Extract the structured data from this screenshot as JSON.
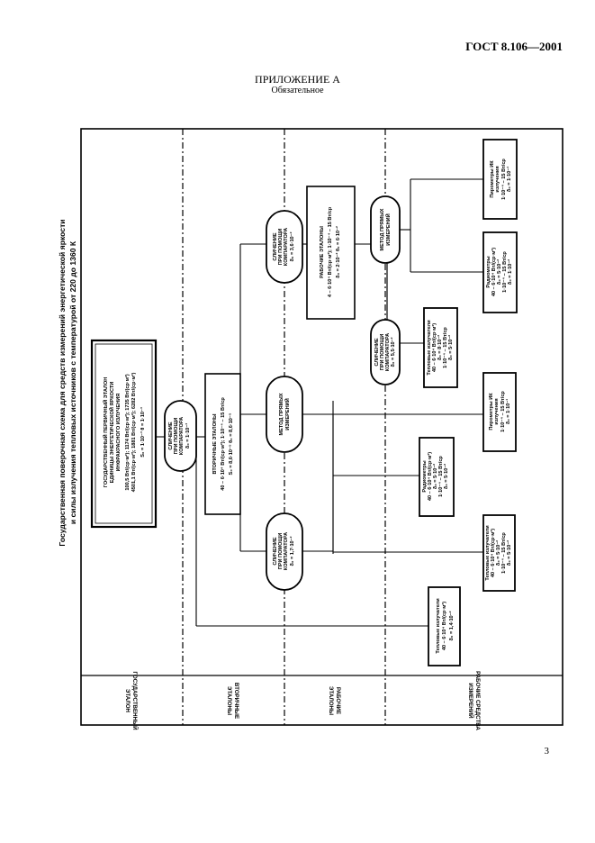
{
  "header": {
    "std_code": "ГОСТ 8.106—2001",
    "appendix_title": "ПРИЛОЖЕНИЕ А",
    "appendix_status": "Обязательное"
  },
  "diagram": {
    "title_line1": "Государственная поверочная схема для средств измерений энергетической яркости",
    "title_line2": "и силы излучения тепловых источников с температурой от 220 до 1360 К",
    "levels": [
      {
        "line1": "ГОСУДАРСТВЕННЫЙ",
        "line2": "ЭТАЛОН"
      },
      {
        "line1": "ВТОРИЧНЫЕ",
        "line2": "ЭТАЛОНЫ"
      },
      {
        "line1": "РАБОЧИЕ",
        "line2": "ЭТАЛОНЫ"
      },
      {
        "line1": "РАБОЧИЕ СРЕДСТВА",
        "line2": "ИЗМЕРЕНИЙ"
      }
    ],
    "primary_standard": {
      "lines": [
        "ГОСУДАРСТВЕННЫЙ ПЕРВИЧНЫЙ ЭТАЛОН",
        "ЕДИНИЦЫ ЭНЕРГЕТИЧЕСКОЙ ЯРКОСТИ",
        "ИНФРАКРАСНОГО ИЗЛУЧЕНИЯ",
        "100,5 Вт/(ср·м²); 1174 Вт/(ср·м²); 1735 Вт/(ср·м²)",
        "4501,1 Вт/(ср·м²); 1881 Вт/(ср·м²); 6282 Вт/(ср·м²)",
        "S₀ = 1·10⁻³   θ = 1·10⁻³"
      ]
    },
    "oval_top": {
      "lines": [
        "СЛИЧЕНИЕ",
        "ПРИ ПОМОЩИ",
        "КОМПАРАТОРА",
        "δ₀ = 1·10⁻³"
      ]
    },
    "secondary_standard": {
      "lines": [
        "ВТОРИЧНЫЕ ЭТАЛОНЫ",
        "40 – 6·10⁴ Вт/(ср·м²); 1·10⁻⁴ – 15 Вт/ср",
        "S₀ = 8,6·10⁻⁵   θ₀ = 8,6·10⁻⁵"
      ]
    },
    "oval_left": {
      "lines": [
        "СЛИЧЕНИЕ",
        "ПРИ ПОМОЩИ",
        "КОМПАРАТОРА",
        "δ₀ = 1,7·10⁻²"
      ]
    },
    "oval_center": {
      "lines": [
        "МЕТОД ПРЯМЫХ",
        "ИЗМЕРЕНИЙ"
      ]
    },
    "oval_right": {
      "lines": [
        "СЛИЧЕНИЕ",
        "ПРИ ПОМОЩИ",
        "КОМПАРАТОРА",
        "δ₀ = 3,6·10⁻²"
      ]
    },
    "working_standard": {
      "lines": [
        "РАБОЧИЕ ЭТАЛОНЫ",
        "4 – 6·10⁴ Вт/(ср·м²); 1·10⁻⁴ – 15 Вт/ср",
        "δ₀ = 2·10⁻²   θ₀ = 6·10⁻²"
      ]
    },
    "oval_bottom_direct": {
      "lines": [
        "МЕТОД ПРЯМЫХ",
        "ИЗМЕРЕНИЙ"
      ]
    },
    "oval_bottom_comp": {
      "lines": [
        "СЛИЧЕНИЕ",
        "ПРИ ПОМОЩИ",
        "КОМПАРАТОРА",
        "δ₀ = 5,5·10⁻²"
      ]
    },
    "instruments": [
      {
        "lines": [
          "Тепловые излучатели",
          "40 – 6·10⁴ Вт/(ср·м²)",
          "δ₀ = 1,4·10⁻²"
        ]
      },
      {
        "lines": [
          "Тепловые излучатели",
          "40 – 6·10⁴ Вт/(ср·м²)",
          "δ₀ = 5·10⁻²",
          "1·10⁻⁴ – 15 Вт/ср",
          "δ₀ = 5·10⁻²"
        ]
      },
      {
        "lines": [
          "Радиометры",
          "40 – 6·10⁴ Вт/(ср·м²)",
          "δ₀ = 5·10⁻²",
          "1·10⁻⁴ – 15 Вт/ср",
          "δ₀ = 5·10⁻²"
        ]
      },
      {
        "lines": [
          "Пирометры ИК",
          "излучения",
          "1·10⁻⁴ – 15 Вт/ср",
          "δ₀ = 1·10⁻¹"
        ]
      },
      {
        "lines": [
          "Тепловые излучатели",
          "40 – 6·10⁴ Вт/(ср·м²)",
          "δ₀ = 8·10⁻²",
          "1·10⁻⁴ – 15 Вт/ср",
          "δ₀ = 5·10⁻²"
        ]
      },
      {
        "lines": [
          "Радиометры",
          "40 – 6·10⁴ Вт/(ср·м²)",
          "δ₀ = 5·10⁻²",
          "1·10⁻⁴ – 15 Вт/ср",
          "δ₀ = 1·10⁻²"
        ]
      },
      {
        "lines": [
          "Пирометры ИК",
          "излучения",
          "1·10⁻⁴ – 15 Вт/ср",
          "δ₀ = 1·10⁻¹"
        ]
      }
    ]
  },
  "page_number": "3"
}
